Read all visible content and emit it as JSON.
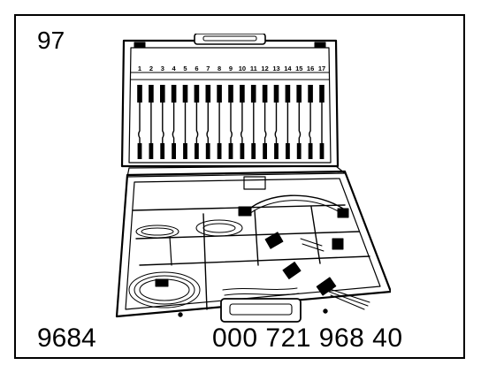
{
  "figure": {
    "number": "97",
    "left_code": "9684",
    "part_number": "000 721 968 40"
  },
  "case": {
    "slot_labels": [
      "1",
      "2",
      "3",
      "4",
      "5",
      "6",
      "7",
      "8",
      "9",
      "10",
      "11",
      "12",
      "13",
      "14",
      "15",
      "16",
      "17"
    ]
  },
  "icons": {
    "case_drawing": "adapter-cable-case-icon"
  }
}
